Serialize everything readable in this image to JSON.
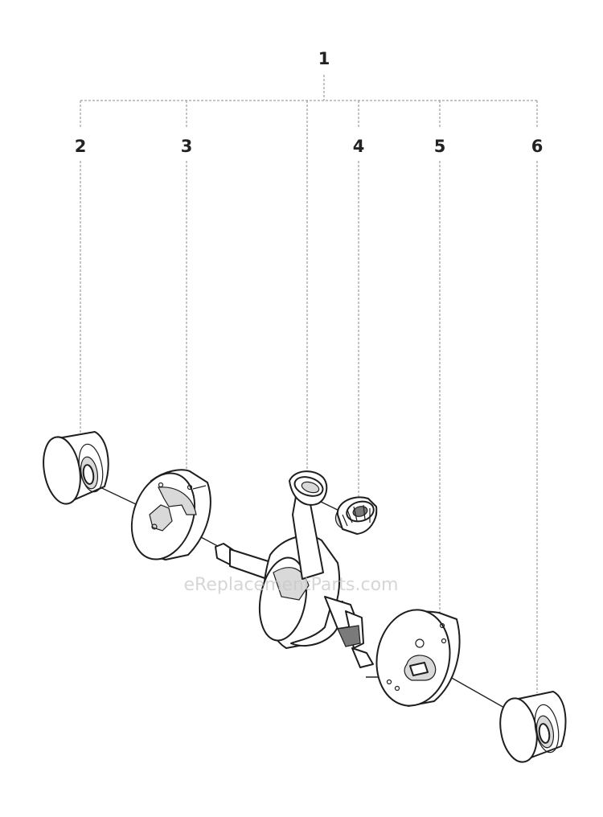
{
  "diagram": {
    "callouts": {
      "assembly": "1",
      "bearing_left": "2",
      "crank_web_left": "3",
      "needle_bearing": "4",
      "crank_web_right": "5",
      "bearing_right": "6"
    },
    "parts": [
      {
        "ref": "2",
        "icon": "ball-bearing-icon"
      },
      {
        "ref": "3",
        "icon": "crankshaft-half-icon"
      },
      {
        "ref": "4",
        "icon": "needle-bearing-icon"
      },
      {
        "ref": "5",
        "icon": "crankshaft-half-icon"
      },
      {
        "ref": "6",
        "icon": "ball-bearing-icon"
      }
    ],
    "watermark": "eReplacementParts.com"
  }
}
